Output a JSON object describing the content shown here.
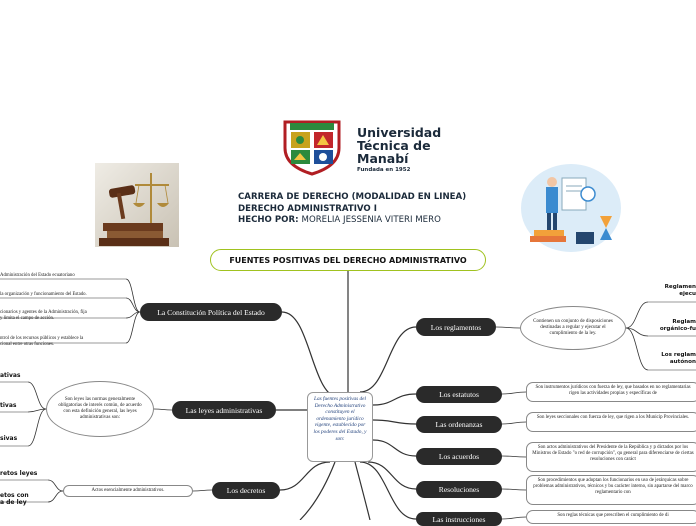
{
  "header": {
    "university_line1": "Universidad",
    "university_line2": "Técnica de",
    "university_line3": "Manabí",
    "founded": "Fundada en 1952",
    "career_line1": "CARRERA DE DERECHO (MODALIDAD EN LINEA)",
    "career_line2": "DERECHO ADMINISTRATIVO I",
    "made_by_label": "HECHO POR:",
    "made_by_name": "MORELIA JESSENIA VITERI MERO"
  },
  "map": {
    "title": "FUENTES POSITIVAS DEL DERECHO ADMINISTRATIVO",
    "center": "Las fuentes positivas del Derecho Administrativo constituyen el ordenamiento jurídico vigente, establecido por los poderes del Estado, y son:"
  },
  "left_branches": {
    "constitucion": {
      "label": "La Constitución Política del Estado",
      "items": [
        "Administración del Estado ecuatoriano",
        "la organización y funcionamiento del Estado.",
        "cionarios y agentes de la Administración, fija\ny limita el campo de acción.",
        "ntrol de los recursos públicos y establece la\ncional entre otras funciones."
      ]
    },
    "leyes": {
      "label": "Las leyes administrativas",
      "note": "Son leyes las normas generalmente obligatorias de interés común, de acuerdo con esta definición general, las leyes administrativas son:",
      "items": [
        "ativas",
        "tivas",
        "sivas"
      ]
    },
    "decretos": {
      "label": "Los decretos",
      "note": "Actos esencialmente administrativos.",
      "items": [
        "retos leyes",
        "etos con\na de ley"
      ]
    }
  },
  "right_branches": {
    "reglamentos": {
      "label": "Los reglamentos",
      "note": "Contienen un conjunto de disposiciones destinadas a regular y ejecutar el cumplimiento de la ley.",
      "items": [
        "Reglamen\nejecu",
        "Reglam\norgánico-fu",
        "Los reglam\nautónon"
      ]
    },
    "estatutos": {
      "label": "Los estatutos",
      "note": "Son instrumentos jurídicos con fuerza de ley, que basados en no reglamentarias rigen las actividades propias y específicas de"
    },
    "ordenanzas": {
      "label": "Las ordenanzas",
      "note": "Son leyes seccionales con fuerza de ley, que rigen a los Municip Provinciales."
    },
    "acuerdos": {
      "label": "Los acuerdos",
      "note": "Son actos administrativos del Presidente de la República y p dictados por los Ministros de Estado \"o red de corrupción\", qu general para diferenciarse de ciertas resoluciones con caráct"
    },
    "resoluciones": {
      "label": "Resoluciones",
      "note": "Son procedimientos que adoptan los funcionarios en uso de jerárquicas sobre problemas administrativos, técnicos y bu carácter interno, sin apartarse del marco reglamentario con"
    },
    "instrucciones": {
      "label": "Las instrucciones",
      "note": "Son reglas técnicas que prescriben el cumplimiento de di"
    }
  }
}
